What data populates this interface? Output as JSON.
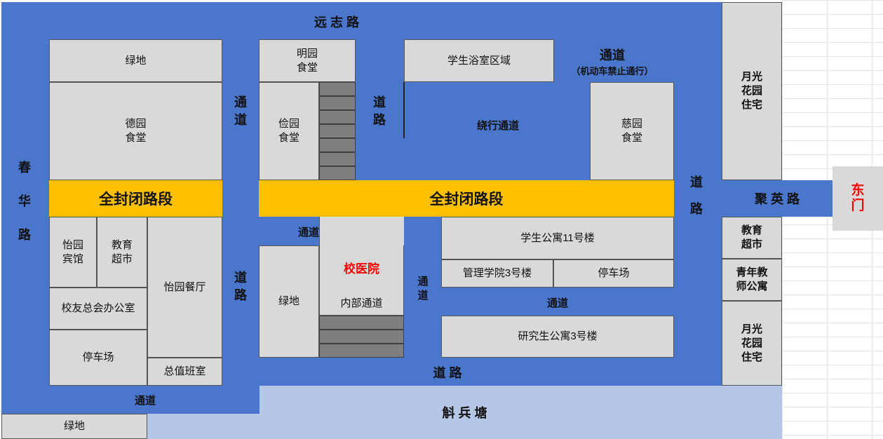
{
  "colors": {
    "road": "#4a76cc",
    "building": "#d9d9d9",
    "sealed_section": "#ffc000",
    "lake": "#b4c7e7",
    "stairs": "#7f7f7f",
    "east_gate_text": "#ff0000",
    "clinic_text": "#ff0000"
  },
  "roads": {
    "yuanzhi": "远 志 路",
    "chunhua_1": "春",
    "chunhua_2": "华",
    "chunhua_3": "路",
    "juying": "聚 英 路",
    "passage_left_top_1": "通",
    "passage_left_top_2": "道",
    "road_left_mid_1": "道",
    "road_left_mid_2": "路",
    "road_center_top_1": "道",
    "road_center_top_2": "路",
    "road_right_1": "道",
    "road_right_2": "路",
    "passage_center_small": "通道",
    "passage_mid_vertical_1": "通",
    "passage_mid_vertical_2": "道",
    "passage_right_mid": "通道",
    "road_bottom": "道 路",
    "passage_bottom_left": "通道",
    "passage_top_right": "通道",
    "passage_top_right_note": "（机动车禁止通行）",
    "detour_passage": "绕行通道"
  },
  "sealed_sections": {
    "left": "全封闭路段",
    "center": "全封闭路段"
  },
  "buildings": {
    "lvdi_top": "绿地",
    "deyuan": "德园\n食堂",
    "mingyuan": "明园\n食堂",
    "jianyuan": "俭园\n食堂",
    "shower": "学生浴室区域",
    "ciyuan": "慈园\n食堂",
    "yiyuan_hotel": "怡园\n宾馆",
    "edu_market_left": "教育\n超市",
    "yiyuan_restaurant": "怡园餐厅",
    "alumni_office": "校友总会办公室",
    "parking_left": "停车场",
    "duty_room": "总值班室",
    "lvdi_mid": "绿地",
    "clinic": "校医院",
    "internal_passage": "内部通道",
    "dorm_11": "学生公寓11号楼",
    "mgmt_3": "管理学院3号楼",
    "parking_right": "停车场",
    "grad_dorm_3": "研究生公寓3号楼",
    "yueguang_top": "月光\n花园\n住宅",
    "edu_market_right": "教育\n超市",
    "youth_apartment": "青年教\n师公寓",
    "yueguang_bottom": "月光\n花园\n住宅",
    "lvdi_bottom": "绿地"
  },
  "landmarks": {
    "east_gate": "东\n门",
    "lake": "斛 兵 塘"
  }
}
